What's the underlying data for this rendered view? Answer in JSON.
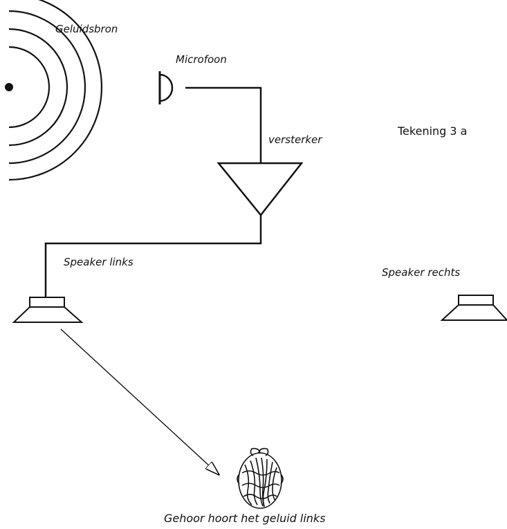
{
  "labels": {
    "sound_source": "Geluidsbron",
    "microphone": "Microfoon",
    "amplifier": "versterker",
    "drawing_title": "Tekening 3 a",
    "speaker_left": "Speaker links",
    "speaker_right": "Speaker rechts",
    "listener_caption": "Gehoor hoort het geluid links"
  },
  "colors": {
    "ink": "#111111",
    "background": "#ffffff"
  },
  "icons": {
    "source": "sound-source-icon",
    "microphone": "microphone-icon",
    "amplifier": "amplifier-triangle-icon",
    "speaker": "speaker-icon",
    "listener": "listener-head-icon"
  }
}
